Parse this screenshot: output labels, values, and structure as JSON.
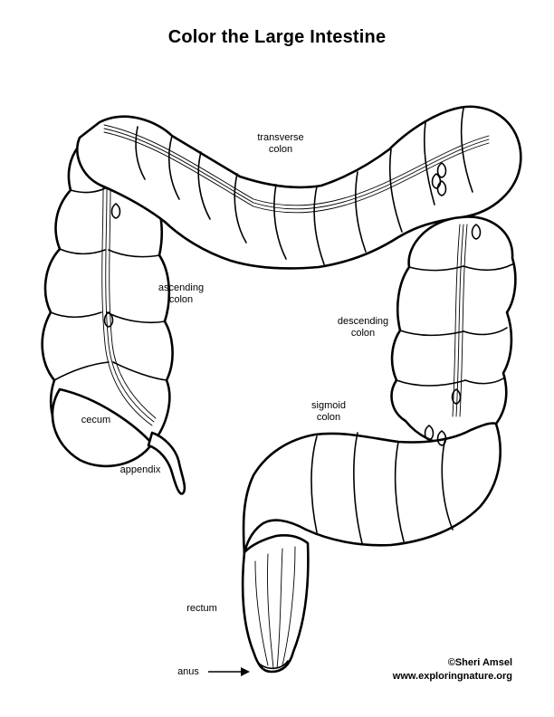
{
  "title": "Color the Large Intestine",
  "labels": {
    "transverse": [
      "transverse",
      "colon"
    ],
    "ascending": [
      "ascending",
      "colon"
    ],
    "descending": [
      "descending",
      "colon"
    ],
    "sigmoid": [
      "sigmoid",
      "colon"
    ],
    "cecum": "cecum",
    "appendix": "appendix",
    "rectum": "rectum",
    "anus": "anus"
  },
  "credit": {
    "author": "©Sheri Amsel",
    "url": "www.exploringnature.org"
  }
}
